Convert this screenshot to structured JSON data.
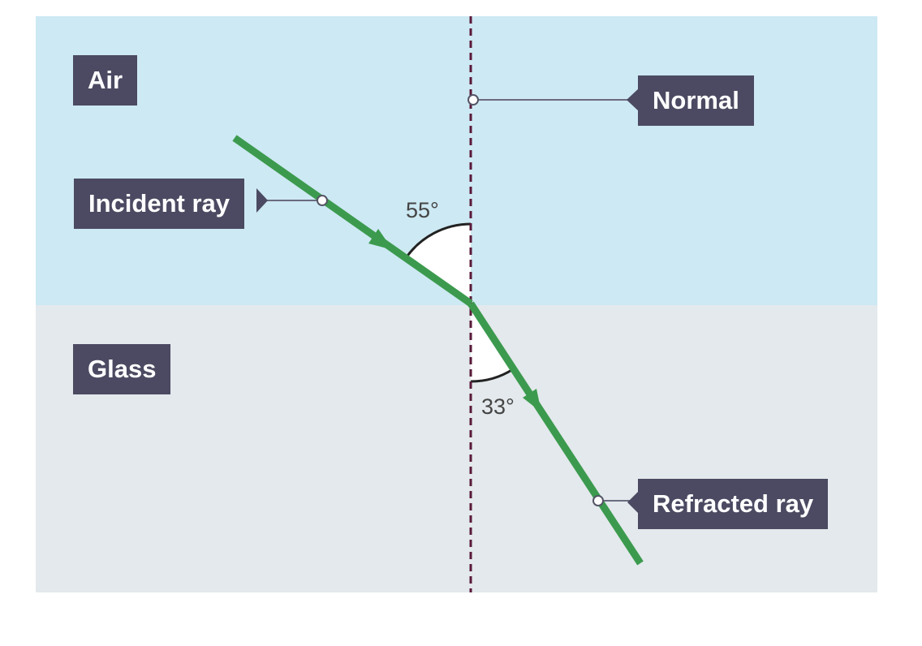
{
  "media": {
    "top": "Air",
    "bottom": "Glass"
  },
  "labels": {
    "incident": "Incident ray",
    "normal": "Normal",
    "refracted": "Refracted ray"
  },
  "angles": {
    "incidence": "55°",
    "refraction": "33°"
  },
  "colors": {
    "air": "#cde9f3",
    "glass": "#e3e9ec",
    "ray": "#3c9a4e",
    "normal_line": "#5a1a3a",
    "label_bg": "#4b4a62",
    "label_text": "#ffffff"
  }
}
